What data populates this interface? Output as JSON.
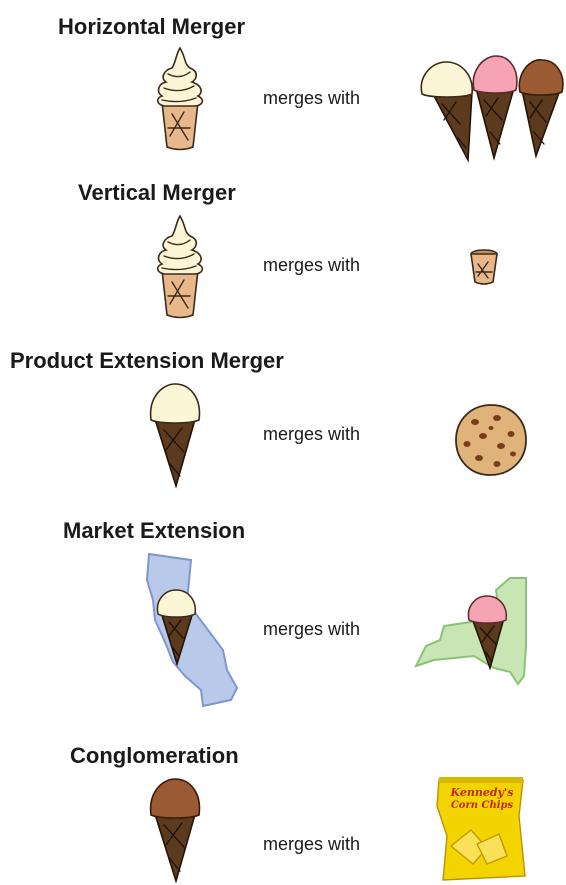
{
  "sections": [
    {
      "title": "Horizontal Merger",
      "merges_label": "merges with",
      "left_icon": "soft-serve-cone-icon",
      "right_icon": "three-scoop-cones-icon"
    },
    {
      "title": "Vertical Merger",
      "merges_label": "merges with",
      "left_icon": "soft-serve-cone-icon",
      "right_icon": "empty-cone-cup-icon"
    },
    {
      "title": "Product Extension Merger",
      "merges_label": "merges with",
      "left_icon": "vanilla-cone-icon",
      "right_icon": "cookie-icon"
    },
    {
      "title": "Market Extension",
      "merges_label": "merges with",
      "left_icon": "california-map-with-cone-icon",
      "right_icon": "new-york-map-with-cone-icon"
    },
    {
      "title": "Conglomeration",
      "merges_label": "merges with",
      "left_icon": "chocolate-cone-icon",
      "right_icon": "corn-chips-bag-icon"
    }
  ],
  "chips_bag": {
    "brand": "Kennedy's",
    "product": "Corn Chips"
  },
  "colors": {
    "vanilla": "#fdf6d6",
    "strawberry": "#f6a3b3",
    "chocolate": "#9a5a34",
    "waffle_cone": "#e9b88a",
    "sugar_cone": "#5b3a1e",
    "cookie": "#e0b37a",
    "california": "#b9c9ea",
    "new_york": "#c8e6b4",
    "chips_bag": "#f4d400"
  }
}
